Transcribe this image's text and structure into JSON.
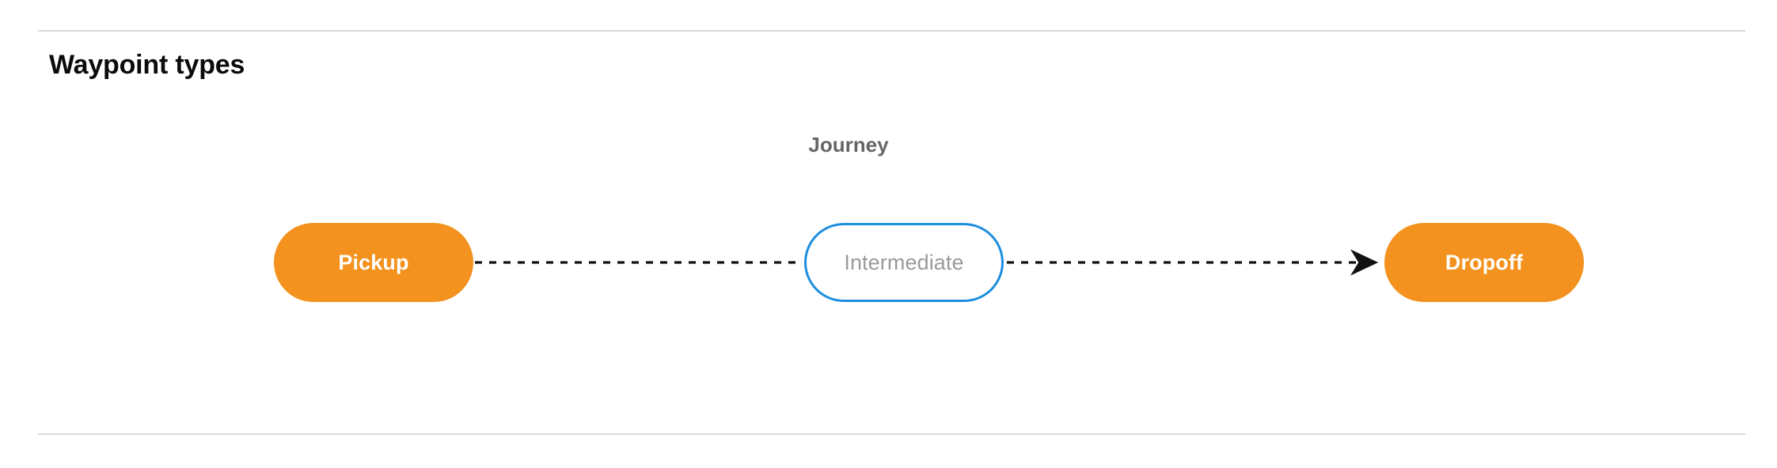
{
  "section": {
    "title": "Waypoint types"
  },
  "diagram": {
    "type": "flow",
    "orientation": "left-to-right",
    "cluster": {
      "label": "Journey"
    },
    "nodes": [
      {
        "id": "pickup",
        "label": "Pickup",
        "shape": "pill",
        "fill": "#F3921E",
        "text_color": "#FFFFFF",
        "border": "none"
      },
      {
        "id": "intermediate",
        "label": "Intermediate",
        "shape": "pill",
        "fill": "#FFFFFF",
        "text_color": "#9A9A9A",
        "border": "#1D8FDE"
      },
      {
        "id": "dropoff",
        "label": "Dropoff",
        "shape": "pill",
        "fill": "#F3921E",
        "text_color": "#FFFFFF",
        "border": "none"
      }
    ],
    "edges": [
      {
        "from": "pickup",
        "to": "intermediate",
        "style": "dashed",
        "color": "#111111",
        "arrowhead": false
      },
      {
        "from": "intermediate",
        "to": "dropoff",
        "style": "dashed",
        "color": "#111111",
        "arrowhead": true
      }
    ]
  },
  "colors": {
    "accent_orange": "#F3921E",
    "accent_blue": "#1D8FDE",
    "divider": "#D8D8D8",
    "muted_text": "#666666",
    "heading_text": "#0B0B0B"
  }
}
